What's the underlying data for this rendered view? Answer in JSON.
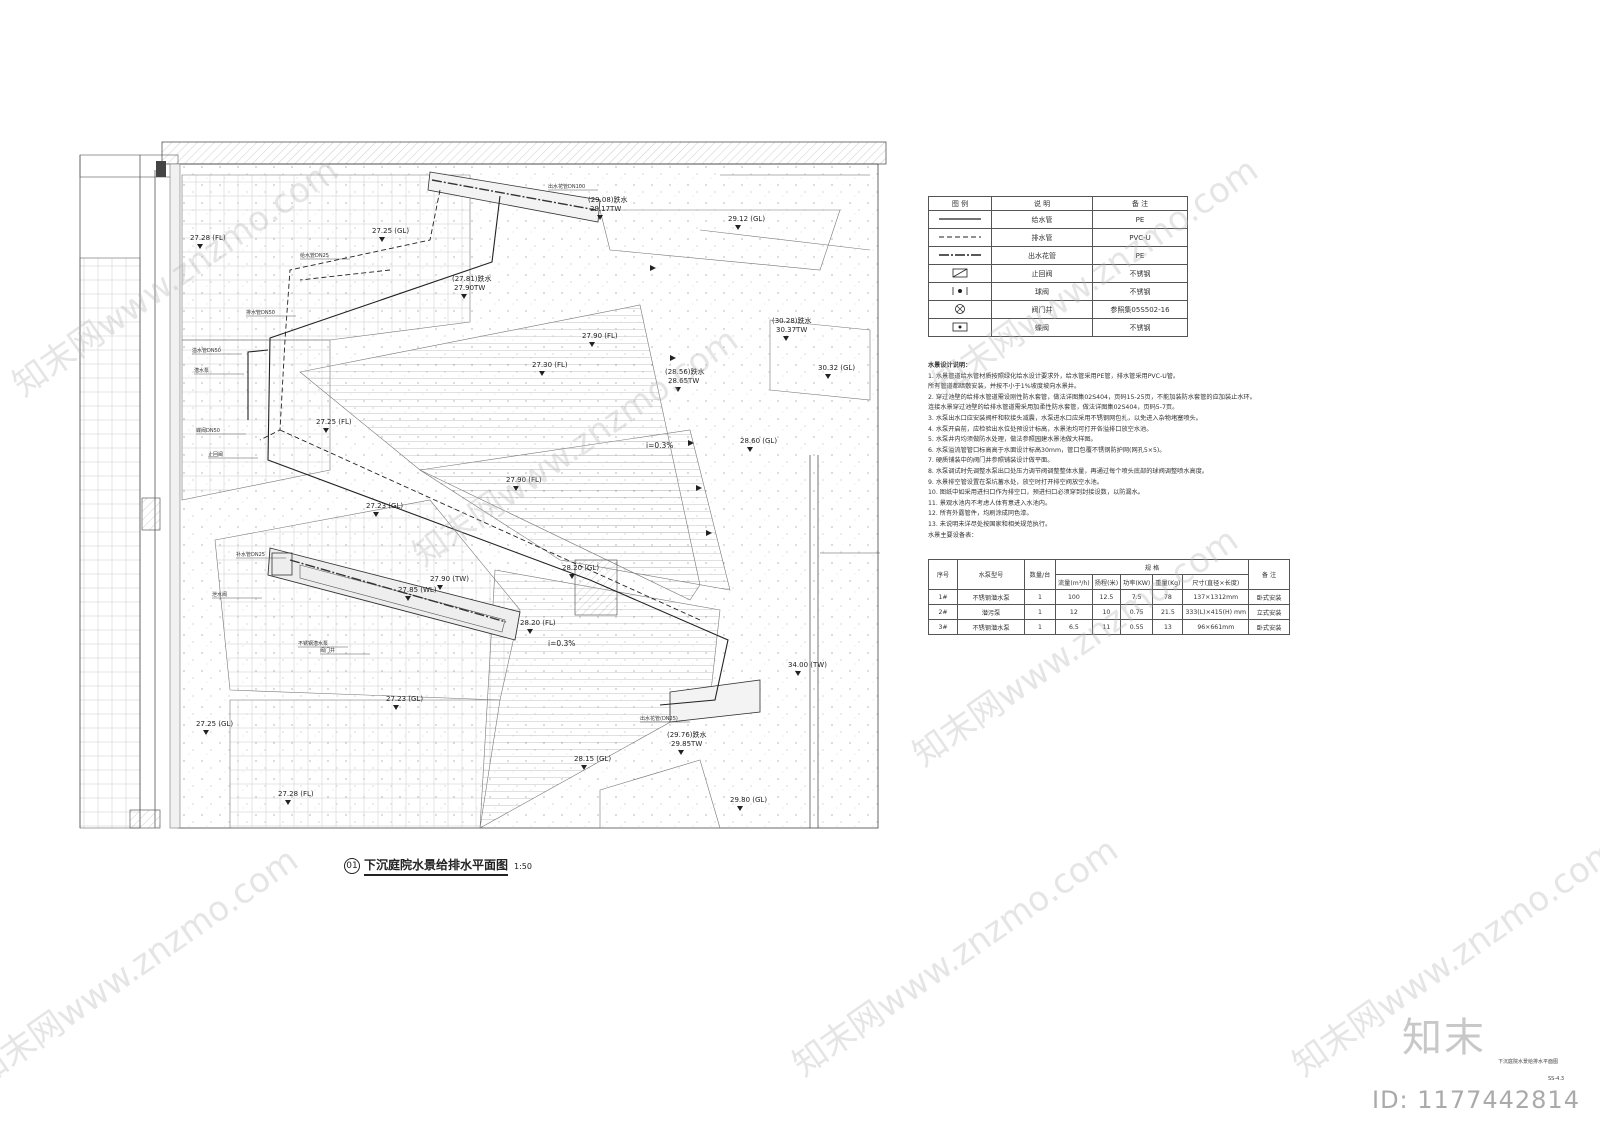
{
  "plan": {
    "title_no": "01",
    "title": "下沉庭院水景给排水平面图",
    "scale": "1:50"
  },
  "elevations": [
    {
      "id": "e1",
      "text": "27.28 (FL)"
    },
    {
      "id": "e2",
      "text": "27.25 (GL)"
    },
    {
      "id": "e3",
      "text": "(29.08)跌水"
    },
    {
      "id": "e4",
      "text": "29.17TW"
    },
    {
      "id": "e5",
      "text": "29.12 (GL)"
    },
    {
      "id": "e6",
      "text": "(27.81)跌水"
    },
    {
      "id": "e7",
      "text": "27.90TW"
    },
    {
      "id": "e8",
      "text": "27.90 (FL)"
    },
    {
      "id": "e9",
      "text": "27.30 (FL)"
    },
    {
      "id": "e10",
      "text": "(28.56)跌水"
    },
    {
      "id": "e11",
      "text": "28.65TW"
    },
    {
      "id": "e12",
      "text": "(30.28)跌水"
    },
    {
      "id": "e13",
      "text": "30.37TW"
    },
    {
      "id": "e14",
      "text": "30.32 (GL)"
    },
    {
      "id": "e15",
      "text": "27.25 (FL)"
    },
    {
      "id": "e16",
      "text": "28.60 (GL)"
    },
    {
      "id": "e17",
      "text": "27.90 (FL)"
    },
    {
      "id": "e18",
      "text": "27.23 (GL)"
    },
    {
      "id": "e19",
      "text": "28.20 (GL)"
    },
    {
      "id": "e20",
      "text": "27.90 (TW)"
    },
    {
      "id": "e21",
      "text": "27.85 (WL)"
    },
    {
      "id": "e22",
      "text": "28.20 (FL)"
    },
    {
      "id": "e23",
      "text": "34.00 (TW)"
    },
    {
      "id": "e24",
      "text": "27.23 (GL)"
    },
    {
      "id": "e25",
      "text": "27.25 (GL)"
    },
    {
      "id": "e26",
      "text": "(29.76)跌水"
    },
    {
      "id": "e27",
      "text": "29.85TW"
    },
    {
      "id": "e28",
      "text": "28.15 (GL)"
    },
    {
      "id": "e29",
      "text": "27.28 (FL)"
    },
    {
      "id": "e30",
      "text": "29.80 (GL)"
    }
  ],
  "slopes": [
    "i=0.3%",
    "i=0.3%"
  ],
  "callouts": [
    "出水花管DN100",
    "给水管DN25",
    "排水管DN50",
    "溢水管DN50",
    "潜水泵",
    "蝶阀DN50",
    "止回阀",
    "补水管DN25",
    "阀门井",
    "泄水阀",
    "不锈钢潜水泵",
    "出水花管(DN25)"
  ],
  "legend": {
    "headers": [
      "图 例",
      "说 明",
      "备 注"
    ],
    "rows": [
      {
        "symbol": "solid-line",
        "desc": "给水管",
        "note": "PE"
      },
      {
        "symbol": "dashed-line",
        "desc": "排水管",
        "note": "PVC-U"
      },
      {
        "symbol": "dash-dot-line",
        "desc": "出水花管",
        "note": "PE"
      },
      {
        "symbol": "check-valve",
        "desc": "止回阀",
        "note": "不锈钢"
      },
      {
        "symbol": "ball-valve",
        "desc": "球阀",
        "note": "不锈钢"
      },
      {
        "symbol": "valve-well",
        "desc": "阀门井",
        "note": "参照集05S502-16"
      },
      {
        "symbol": "butterfly-valve",
        "desc": "蝶阀",
        "note": "不锈钢"
      }
    ]
  },
  "notes": {
    "title": "水景设计说明：",
    "lines": [
      "1. 水景管道给水管材质按照绿化给水设计要求外，给水管采用PE管，排水管采用PVC-U管。",
      "   所有管道都暗敷安装，并按不小于1%坡度坡向水景井。",
      "2. 穿过池壁的给排水管道需设刚性防水套管，做法详图集02S404，页码15-25页，不能加装防水套管的应加装止水环。",
      "   连接水景穿过池壁的给排水管道需采用加柔性防水套管，做法详图集02S404，页码5-7页。",
      "3. 水泵出水口应安装阀杆和软接头减震，水泵进水口应采用不锈钢网包扎，以免进入杂物堵塞喷头。",
      "4. 水泵开启前，应检验出水位处预设计标高，水景池均可打开各溢排口放空水池。",
      "5. 水泵井内均须做防水处理，做法参照园建水景池做大样图。",
      "6. 水泵溢流管管口标高高于水面设计标高30mm，管口包覆不锈钢防护网(网孔5×5)。",
      "7. 硬质铺装中的阀门井参照铺装设计做平面。",
      "8. 水泵调试时先调整水泵出口处压力调节阀调整整体水量，再通过每个喷头底部的球阀调整喷水高度。",
      "9. 水景排空管设置在泵坑蓄水处，放空时打开排空阀放空水池。",
      "10. 图纸中如采用进扫口作为排空口，预进扫口必须穿到封接设数，以防漏水。",
      "11. 景观水池内不考虑人体有意进入水池内。",
      "12. 所有外露管件，均刷涂成同色漆。",
      "13. 未说明未详尽处按国家和相关规范执行。",
      "水景主要设备表："
    ]
  },
  "equipment": {
    "headers": [
      "序号",
      "水泵型号",
      "数量/台",
      "规 格",
      "备 注"
    ],
    "subheaders": [
      "流量(m³/h)",
      "扬程(米)",
      "功率(KW)",
      "重量(Kg)",
      "尺寸(直径×长度)"
    ],
    "rows": [
      {
        "no": "1#",
        "model": "不锈钢潜水泵",
        "qty": "1",
        "flow": "100",
        "head": "12.5",
        "power": "7.5",
        "weight": "78",
        "size": "137×1312mm",
        "remark": "卧式安装"
      },
      {
        "no": "2#",
        "model": "潜污泵",
        "qty": "1",
        "flow": "12",
        "head": "10",
        "power": "0.75",
        "weight": "21.5",
        "size": "333(L)×415(H) mm",
        "remark": "立式安装"
      },
      {
        "no": "3#",
        "model": "不锈钢潜水泵",
        "qty": "1",
        "flow": "6.5",
        "head": "11",
        "power": "0.55",
        "weight": "13",
        "size": "96×661mm",
        "remark": "卧式安装"
      }
    ]
  },
  "titleblock": {
    "brand": "知末",
    "sheet_name": "下沉庭院水景给排水平面图",
    "sheet_no": "SS-4.3",
    "id_line": "ID: 1177442814"
  },
  "watermark": "知末网www.znzmo.com"
}
